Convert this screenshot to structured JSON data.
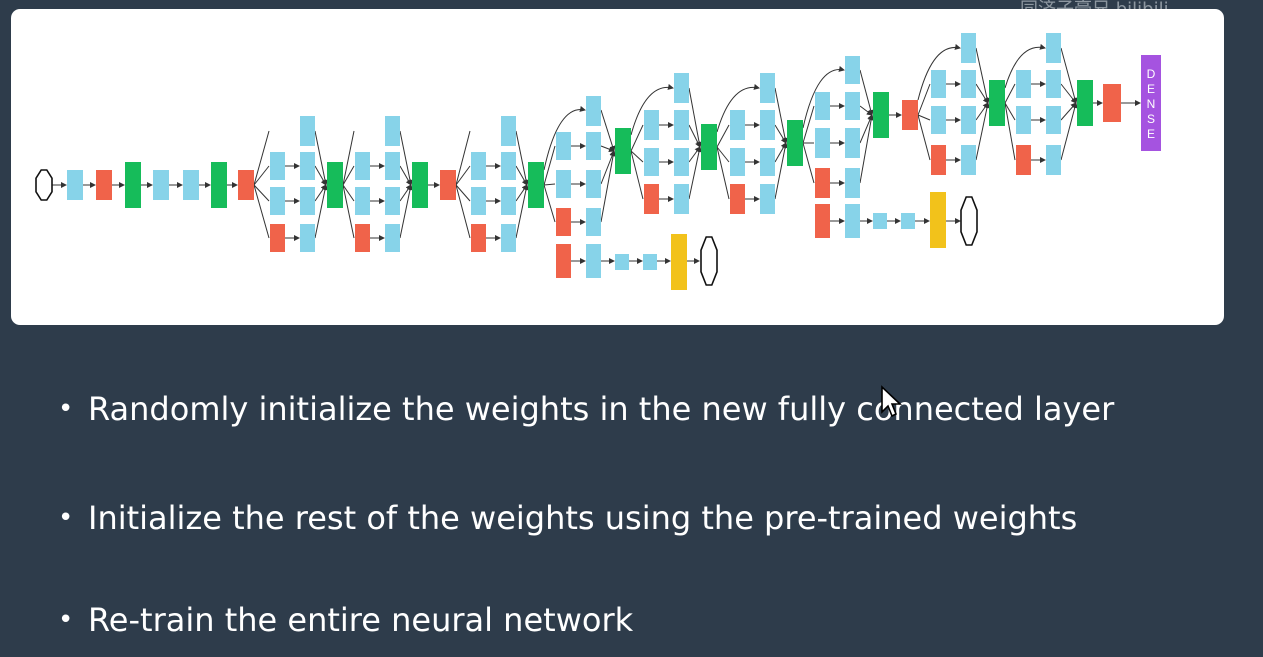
{
  "diagram": {
    "dense_label": "DENSE",
    "colors": {
      "conv": "#87d3e9",
      "pool": "#f0634a",
      "concat": "#16bc5a",
      "aux": "#f2c21b",
      "dense": "#a553e0",
      "edge": "#333333"
    }
  },
  "bullets": [
    "Randomly initialize the weights in the new fully connected layer",
    "Initialize the rest of the weights using the pre-trained weights",
    "Re-train the entire neural network"
  ],
  "watermark": "同济子豪兄  bilibili"
}
